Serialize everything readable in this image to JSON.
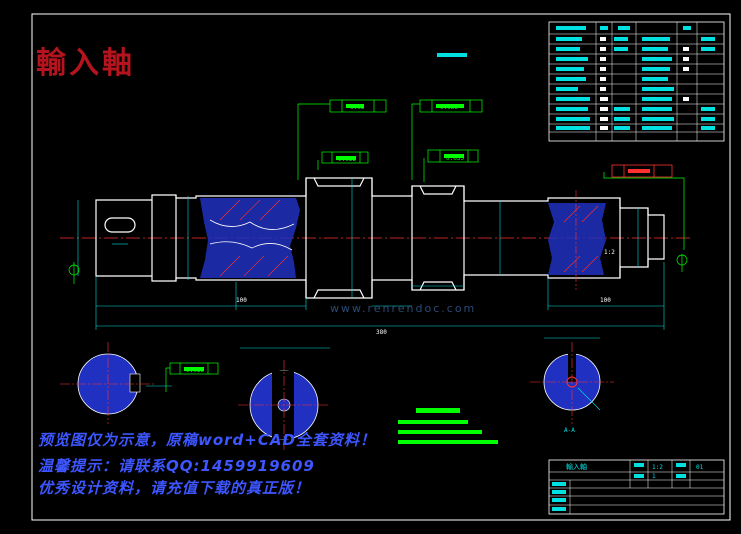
{
  "drawing_title": "輸入軸",
  "watermark": {
    "line1": "预览图仅为示意，原稿word+CAD全套资料！",
    "line2": "温馨提示：请联系QQ:1459919609",
    "line3": "优秀设计资料，请充值下载的真正版！",
    "site": "www.renrendoc.com"
  },
  "section_labels": {
    "aa": "A-A"
  },
  "dimensions": {
    "total_length": "380",
    "d1": "100",
    "d2": "100",
    "tol1": "0.02",
    "tol2": "0.035",
    "tol3": "0.022",
    "tol4": "0.035",
    "tol5": "0.025"
  },
  "title_block": {
    "part_name": "輸入軸",
    "scale": "1:2",
    "qty": "1",
    "code": "01"
  },
  "colors": {
    "outline": "#ffffff",
    "dim": "#00e0e0",
    "leader": "#00ff00",
    "hatch": "#3040ff",
    "section": "#ff3030",
    "center": "#ff3030"
  }
}
